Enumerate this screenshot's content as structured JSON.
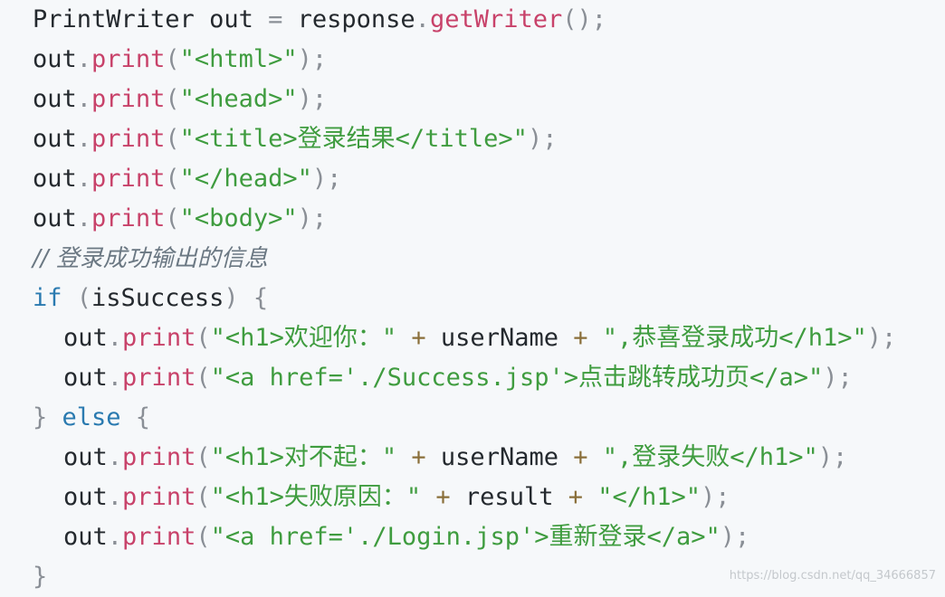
{
  "code": {
    "lines": [
      {
        "tokens": [
          {
            "t": "id",
            "v": "PrintWriter out "
          },
          {
            "t": "op",
            "v": "="
          },
          {
            "t": "id",
            "v": " response"
          },
          {
            "t": "op",
            "v": "."
          },
          {
            "t": "fn",
            "v": "getWriter"
          },
          {
            "t": "op",
            "v": "();"
          }
        ]
      },
      {
        "tokens": [
          {
            "t": "id",
            "v": "out"
          },
          {
            "t": "op",
            "v": "."
          },
          {
            "t": "fn",
            "v": "print"
          },
          {
            "t": "op",
            "v": "("
          },
          {
            "t": "str",
            "v": "\"<html>\""
          },
          {
            "t": "op",
            "v": ");"
          }
        ]
      },
      {
        "tokens": [
          {
            "t": "id",
            "v": "out"
          },
          {
            "t": "op",
            "v": "."
          },
          {
            "t": "fn",
            "v": "print"
          },
          {
            "t": "op",
            "v": "("
          },
          {
            "t": "str",
            "v": "\"<head>\""
          },
          {
            "t": "op",
            "v": ");"
          }
        ]
      },
      {
        "tokens": [
          {
            "t": "id",
            "v": "out"
          },
          {
            "t": "op",
            "v": "."
          },
          {
            "t": "fn",
            "v": "print"
          },
          {
            "t": "op",
            "v": "("
          },
          {
            "t": "str",
            "v": "\"<title>登录结果</title>\""
          },
          {
            "t": "op",
            "v": ");"
          }
        ]
      },
      {
        "tokens": [
          {
            "t": "id",
            "v": "out"
          },
          {
            "t": "op",
            "v": "."
          },
          {
            "t": "fn",
            "v": "print"
          },
          {
            "t": "op",
            "v": "("
          },
          {
            "t": "str",
            "v": "\"</head>\""
          },
          {
            "t": "op",
            "v": ");"
          }
        ]
      },
      {
        "tokens": [
          {
            "t": "id",
            "v": "out"
          },
          {
            "t": "op",
            "v": "."
          },
          {
            "t": "fn",
            "v": "print"
          },
          {
            "t": "op",
            "v": "("
          },
          {
            "t": "str",
            "v": "\"<body>\""
          },
          {
            "t": "op",
            "v": ");"
          }
        ]
      },
      {
        "tokens": [
          {
            "t": "com",
            "v": "// 登录成功输出的信息"
          }
        ]
      },
      {
        "tokens": [
          {
            "t": "kw",
            "v": "if"
          },
          {
            "t": "op",
            "v": " ("
          },
          {
            "t": "id",
            "v": "isSuccess"
          },
          {
            "t": "op",
            "v": ") {"
          }
        ]
      },
      {
        "indent": true,
        "tokens": [
          {
            "t": "id",
            "v": "out"
          },
          {
            "t": "op",
            "v": "."
          },
          {
            "t": "fn",
            "v": "print"
          },
          {
            "t": "op",
            "v": "("
          },
          {
            "t": "str",
            "v": "\"<h1>欢迎你：\""
          },
          {
            "t": "plus",
            "v": " + "
          },
          {
            "t": "id",
            "v": "userName"
          },
          {
            "t": "plus",
            "v": " + "
          },
          {
            "t": "str",
            "v": "\",恭喜登录成功</h1>\""
          },
          {
            "t": "op",
            "v": ");"
          }
        ]
      },
      {
        "indent": true,
        "tokens": [
          {
            "t": "id",
            "v": "out"
          },
          {
            "t": "op",
            "v": "."
          },
          {
            "t": "fn",
            "v": "print"
          },
          {
            "t": "op",
            "v": "("
          },
          {
            "t": "str",
            "v": "\"<a href='./Success.jsp'>点击跳转成功页</a>\""
          },
          {
            "t": "op",
            "v": ");"
          }
        ]
      },
      {
        "tokens": [
          {
            "t": "op",
            "v": "} "
          },
          {
            "t": "kw",
            "v": "else"
          },
          {
            "t": "op",
            "v": " {"
          }
        ]
      },
      {
        "indent": true,
        "tokens": [
          {
            "t": "id",
            "v": "out"
          },
          {
            "t": "op",
            "v": "."
          },
          {
            "t": "fn",
            "v": "print"
          },
          {
            "t": "op",
            "v": "("
          },
          {
            "t": "str",
            "v": "\"<h1>对不起：\""
          },
          {
            "t": "plus",
            "v": " + "
          },
          {
            "t": "id",
            "v": "userName"
          },
          {
            "t": "plus",
            "v": " + "
          },
          {
            "t": "str",
            "v": "\",登录失败</h1>\""
          },
          {
            "t": "op",
            "v": ");"
          }
        ]
      },
      {
        "indent": true,
        "tokens": [
          {
            "t": "id",
            "v": "out"
          },
          {
            "t": "op",
            "v": "."
          },
          {
            "t": "fn",
            "v": "print"
          },
          {
            "t": "op",
            "v": "("
          },
          {
            "t": "str",
            "v": "\"<h1>失败原因：\""
          },
          {
            "t": "plus",
            "v": " + "
          },
          {
            "t": "id",
            "v": "result"
          },
          {
            "t": "plus",
            "v": " + "
          },
          {
            "t": "str",
            "v": "\"</h1>\""
          },
          {
            "t": "op",
            "v": ");"
          }
        ]
      },
      {
        "indent": true,
        "tokens": [
          {
            "t": "id",
            "v": "out"
          },
          {
            "t": "op",
            "v": "."
          },
          {
            "t": "fn",
            "v": "print"
          },
          {
            "t": "op",
            "v": "("
          },
          {
            "t": "str",
            "v": "\"<a href='./Login.jsp'>重新登录</a>\""
          },
          {
            "t": "op",
            "v": ");"
          }
        ]
      },
      {
        "tokens": [
          {
            "t": "op",
            "v": "}"
          }
        ]
      }
    ]
  },
  "watermark": "https://blog.csdn.net/qq_34666857",
  "colors": {
    "background": "#f6f8fa",
    "identifier": "#24292e",
    "function": "#c8426a",
    "string": "#3f9c3f",
    "keyword": "#2a7ab0",
    "comment": "#6b7883",
    "operator": "#8a8f96"
  }
}
